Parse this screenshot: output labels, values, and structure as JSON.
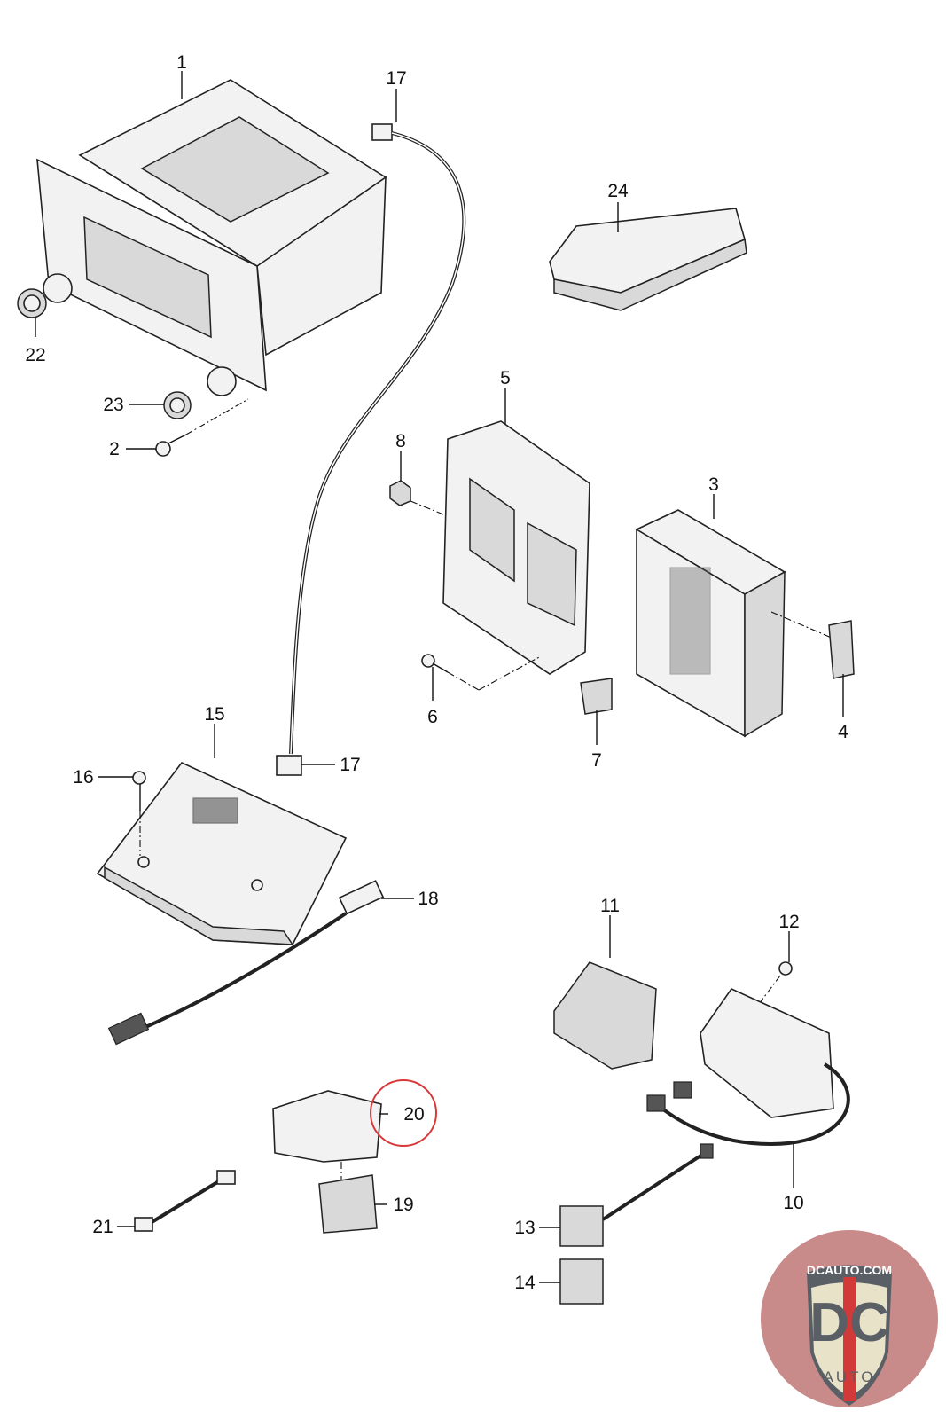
{
  "diagram": {
    "callouts": [
      "1",
      "2",
      "3",
      "4",
      "5",
      "6",
      "7",
      "8",
      "10",
      "11",
      "12",
      "13",
      "14",
      "15",
      "16",
      "17",
      "17",
      "18",
      "19",
      "20",
      "21",
      "22",
      "23",
      "24"
    ],
    "highlighted_callout": "20",
    "highlight_color": "#d9383a"
  },
  "logo": {
    "text_top": "DCAUTO.COM",
    "text_main": "DC",
    "text_bottom": "AUTO",
    "colors": {
      "circle": "#c98a8a",
      "shield": "#e8e2c8",
      "letters": "#5a5f66",
      "stripe": "#d23a3a"
    }
  }
}
